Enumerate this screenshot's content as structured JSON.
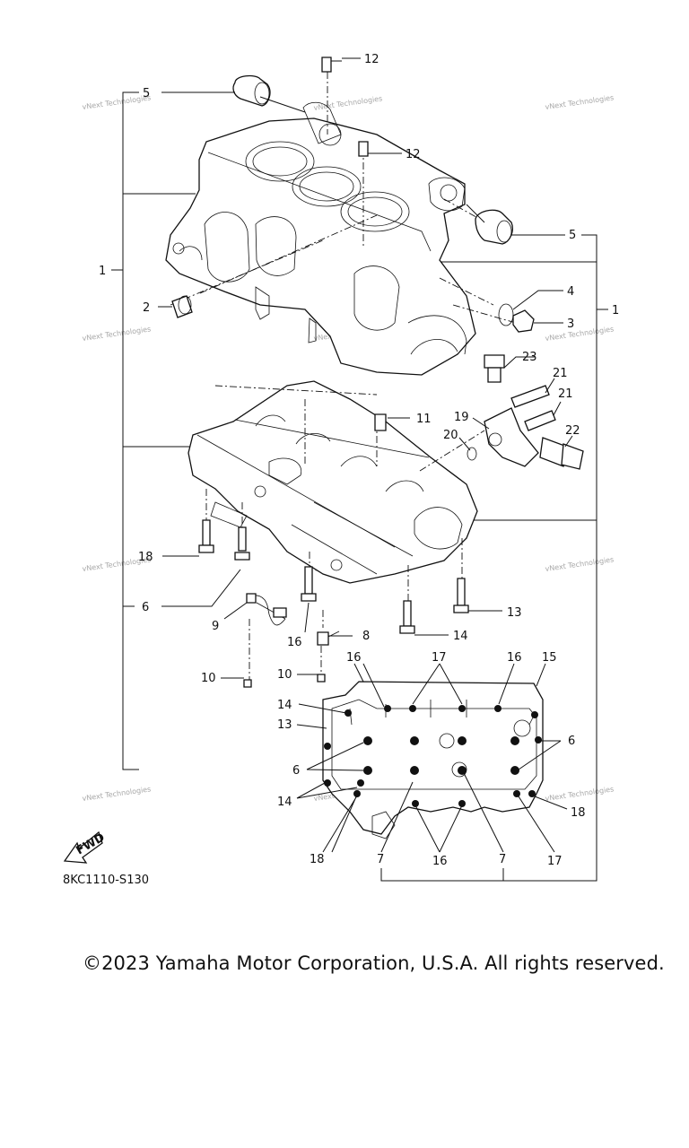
{
  "diagram": {
    "diagram_code": "8KC1110-S130",
    "fwd_label": "FWD",
    "watermark": "vNext Technologies",
    "callouts": [
      {
        "id": "c12a",
        "text": "12"
      },
      {
        "id": "c5a",
        "text": "5"
      },
      {
        "id": "c12b",
        "text": "12"
      },
      {
        "id": "c5b",
        "text": "5"
      },
      {
        "id": "c1a",
        "text": "1"
      },
      {
        "id": "c1b",
        "text": "1"
      },
      {
        "id": "c2",
        "text": "2"
      },
      {
        "id": "c4",
        "text": "4"
      },
      {
        "id": "c3",
        "text": "3"
      },
      {
        "id": "c23",
        "text": "23"
      },
      {
        "id": "c21a",
        "text": "21"
      },
      {
        "id": "c21b",
        "text": "21"
      },
      {
        "id": "c11",
        "text": "11"
      },
      {
        "id": "c19",
        "text": "19"
      },
      {
        "id": "c20",
        "text": "20"
      },
      {
        "id": "c22",
        "text": "22"
      },
      {
        "id": "c18a",
        "text": "18"
      },
      {
        "id": "c6a",
        "text": "6"
      },
      {
        "id": "c13a",
        "text": "13"
      },
      {
        "id": "c9",
        "text": "9"
      },
      {
        "id": "c16a",
        "text": "16"
      },
      {
        "id": "c8",
        "text": "8"
      },
      {
        "id": "c14a",
        "text": "14"
      },
      {
        "id": "c10a",
        "text": "10"
      },
      {
        "id": "c10b",
        "text": "10"
      },
      {
        "id": "c16b",
        "text": "16"
      },
      {
        "id": "c17a",
        "text": "17"
      },
      {
        "id": "c16c",
        "text": "16"
      },
      {
        "id": "c15",
        "text": "15"
      },
      {
        "id": "c14b",
        "text": "14"
      },
      {
        "id": "c13b",
        "text": "13"
      },
      {
        "id": "c6b",
        "text": "6"
      },
      {
        "id": "c6c",
        "text": "6"
      },
      {
        "id": "c14c",
        "text": "14"
      },
      {
        "id": "c18b",
        "text": "18"
      },
      {
        "id": "c18c",
        "text": "18"
      },
      {
        "id": "c7a",
        "text": "7"
      },
      {
        "id": "c16d",
        "text": "16"
      },
      {
        "id": "c7b",
        "text": "7"
      },
      {
        "id": "c17b",
        "text": "17"
      }
    ]
  },
  "footer": {
    "copyright": "©2023 Yamaha Motor Corporation, U.S.A. All rights reserved."
  }
}
